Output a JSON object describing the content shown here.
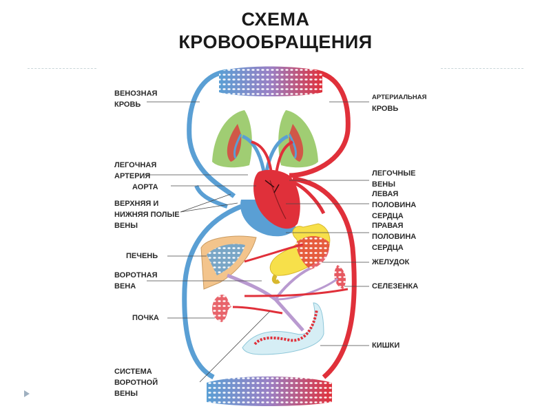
{
  "title": {
    "line1": "СХЕМА",
    "line2": "КРОВООБРАЩЕНИЯ"
  },
  "labels": {
    "venous_blood": "ВЕНОЗНАЯ\nКРОВЬ",
    "arterial_blood_1": "АРТЕРИАЛЬНАЯ",
    "arterial_blood_2": "КРОВЬ",
    "pulmonary_artery": "ЛЕГОЧНАЯ\nАРТЕРИЯ",
    "aorta": "АОРТА",
    "vena_cava": "ВЕРХНЯЯ И\nНИЖНЯЯ ПОЛЫЕ\nВЕНЫ",
    "pulmonary_veins": "ЛЕГОЧНЫЕ\nВЕНЫ",
    "left_heart": "ЛЕВАЯ\nПОЛОВИНА\nСЕРДЦА",
    "right_heart": "ПРАВАЯ\nПОЛОВИНА\nСЕРДЦА",
    "liver": "ПЕЧЕНЬ",
    "portal_vein": "ВОРОТНАЯ\nВЕНА",
    "stomach": "ЖЕЛУДОК",
    "spleen": "СЕЛЕЗЕНКА",
    "kidney": "ПОЧКА",
    "intestines": "КИШКИ",
    "portal_system": "СИСТЕМА\nВОРОТНОЙ\nВЕНЫ"
  },
  "colors": {
    "venous": "#5a9fd4",
    "arterial": "#e0303a",
    "portal": "#b99ad0",
    "lung_green": "#8fc45a",
    "liver_fill": "#f3c48c",
    "stomach_fill": "#f7e04a",
    "divider": "#c8d4d8",
    "corner_icon": "#9fb0c0"
  },
  "icons": {
    "corner": "play-triangle-icon"
  }
}
